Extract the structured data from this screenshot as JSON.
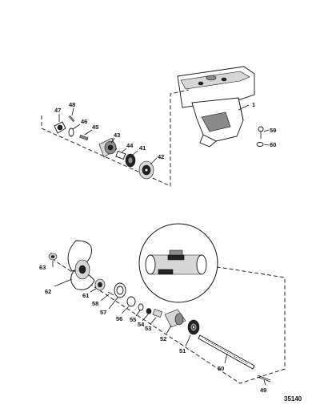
{
  "figure_number": "35140",
  "callouts": [
    {
      "id": "c1",
      "text": "1"
    },
    {
      "id": "c59",
      "text": "59"
    },
    {
      "id": "c60",
      "text": "60"
    },
    {
      "id": "c47",
      "text": "47"
    },
    {
      "id": "c48",
      "text": "48"
    },
    {
      "id": "c46",
      "text": "46"
    },
    {
      "id": "c45",
      "text": "45"
    },
    {
      "id": "c43",
      "text": "43"
    },
    {
      "id": "c44",
      "text": "44"
    },
    {
      "id": "c41",
      "text": "41"
    },
    {
      "id": "c42",
      "text": "42"
    },
    {
      "id": "c63",
      "text": "63"
    },
    {
      "id": "c62",
      "text": "62"
    },
    {
      "id": "c61",
      "text": "61"
    },
    {
      "id": "c58",
      "text": "58"
    },
    {
      "id": "c57",
      "text": "57"
    },
    {
      "id": "c56",
      "text": "56"
    },
    {
      "id": "c55",
      "text": "55"
    },
    {
      "id": "c54",
      "text": "54"
    },
    {
      "id": "c53",
      "text": "53"
    },
    {
      "id": "c52",
      "text": "52"
    },
    {
      "id": "c51",
      "text": "51"
    },
    {
      "id": "c50",
      "text": "50"
    },
    {
      "id": "c49",
      "text": "49"
    }
  ]
}
